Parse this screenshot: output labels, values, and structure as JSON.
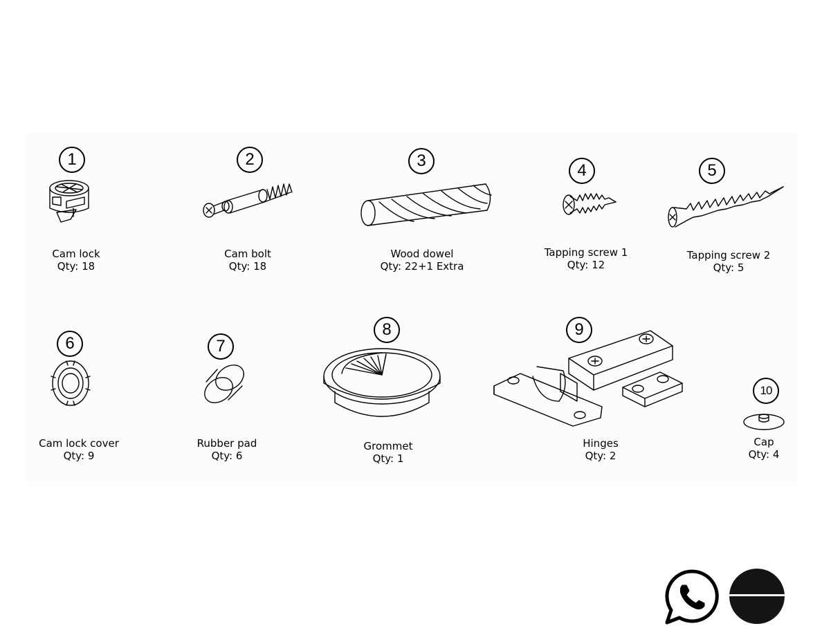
{
  "parts": [
    {
      "number": "1",
      "name": "Cam lock",
      "qty": "Qty: 18",
      "icon": "cam-lock-icon"
    },
    {
      "number": "2",
      "name": "Cam bolt",
      "qty": "Qty: 18",
      "icon": "cam-bolt-icon"
    },
    {
      "number": "3",
      "name": "Wood dowel",
      "qty": "Qty: 22+1 Extra",
      "icon": "wood-dowel-icon"
    },
    {
      "number": "4",
      "name": "Tapping screw 1",
      "qty": "Qty: 12",
      "icon": "tapping-screw-short-icon"
    },
    {
      "number": "5",
      "name": "Tapping screw 2",
      "qty": "Qty: 5",
      "icon": "tapping-screw-long-icon"
    },
    {
      "number": "6",
      "name": "Cam lock cover",
      "qty": "Qty: 9",
      "icon": "cam-lock-cover-icon"
    },
    {
      "number": "7",
      "name": "Rubber pad",
      "qty": "Qty: 6",
      "icon": "rubber-pad-icon"
    },
    {
      "number": "8",
      "name": "Grommet",
      "qty": "Qty: 1",
      "icon": "grommet-icon"
    },
    {
      "number": "9",
      "name": "Hinges",
      "qty": "Qty: 2",
      "icon": "hinge-icon"
    },
    {
      "number": "10",
      "name": "Cap",
      "qty": "Qty: 4",
      "icon": "cap-icon"
    }
  ],
  "footer": {
    "icons": [
      "whatsapp-icon",
      "brand-logo"
    ]
  }
}
